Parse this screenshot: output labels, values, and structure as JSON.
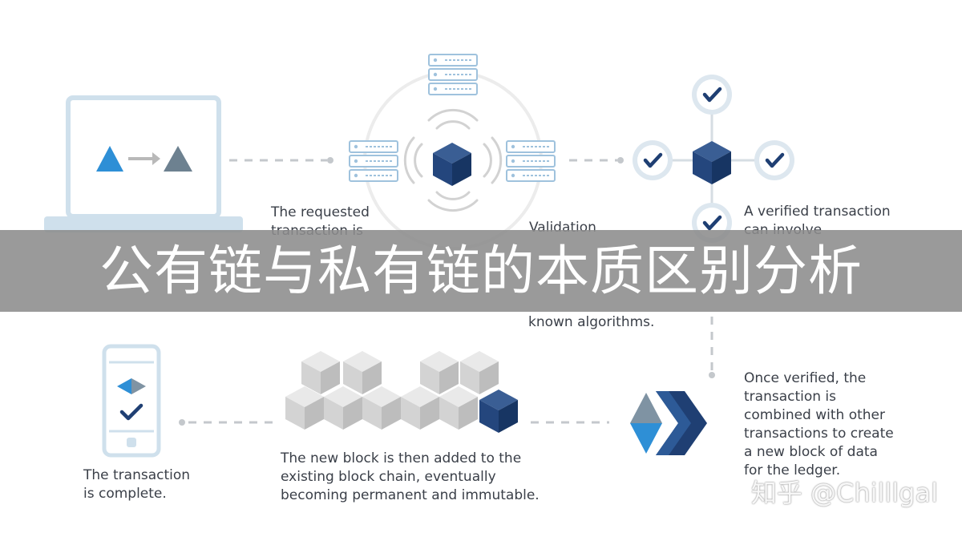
{
  "captions": {
    "requested": "The requested\ntransaction is",
    "validation": "Validation",
    "algorithms": "known algorithms.",
    "verified": "A verified transaction\ncan involve",
    "complete": "The transaction\nis complete.",
    "new_block": "The new block is then added to the\nexisting block chain, eventually\nbecoming permanent and immutable.",
    "once_verified": "Once verified, the\ntransaction is\ncombined with other\ntransactions to create\na new block of data\nfor the ledger."
  },
  "banner": {
    "title": "公有链与私有链的本质区别分析"
  },
  "watermark": {
    "text": "知乎 @Chilllgal"
  },
  "colors": {
    "navy": "#1f3f73",
    "blue": "#2e8fd6",
    "light_blue": "#cfe0ec",
    "gray_block": "#c9c9c9",
    "dash": "#c4c8cc"
  },
  "icons": {
    "laptop": "laptop-icon",
    "server": "server-icon",
    "cube": "cube-icon",
    "check": "check-circle-icon",
    "phone": "phone-icon",
    "chevron": "chevron-arrow-icon"
  }
}
